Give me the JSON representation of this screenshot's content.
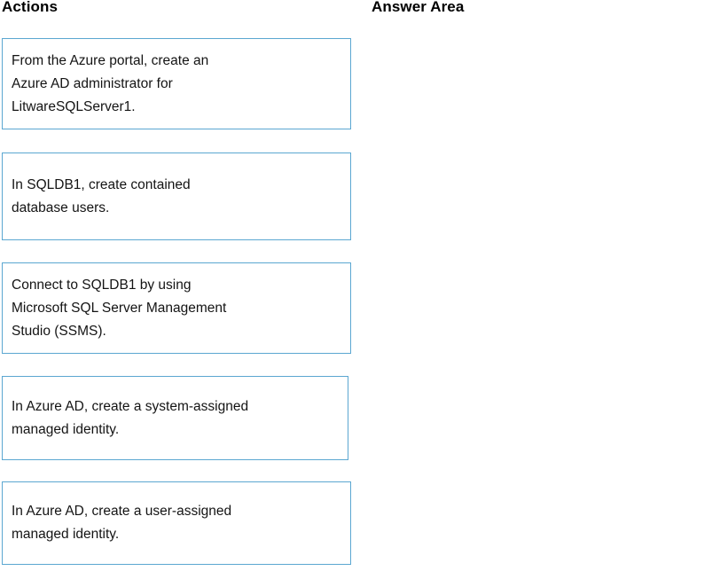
{
  "columns": {
    "actions": {
      "header": "Actions"
    },
    "answer": {
      "header": "Answer Area"
    }
  },
  "actions": {
    "cards": [
      {
        "text": "From the Azure portal, create an\nAzure AD administrator for\nLitwareSQLServer1."
      },
      {
        "text": "In SQLDB1, create contained\ndatabase users."
      },
      {
        "text": "Connect to SQLDB1 by using\nMicrosoft SQL Server Management\nStudio (SSMS)."
      },
      {
        "text": "In Azure AD, create a system-assigned\nmanaged identity."
      },
      {
        "text": "In Azure AD, create a user-assigned\nmanaged identity."
      }
    ]
  },
  "answer": {
    "items": []
  },
  "colors": {
    "card_border": "#5BA7D1",
    "card_background": "#FFFFFF",
    "page_background": "#FFFFFF",
    "text": "#141414",
    "header_text": "#000000"
  }
}
